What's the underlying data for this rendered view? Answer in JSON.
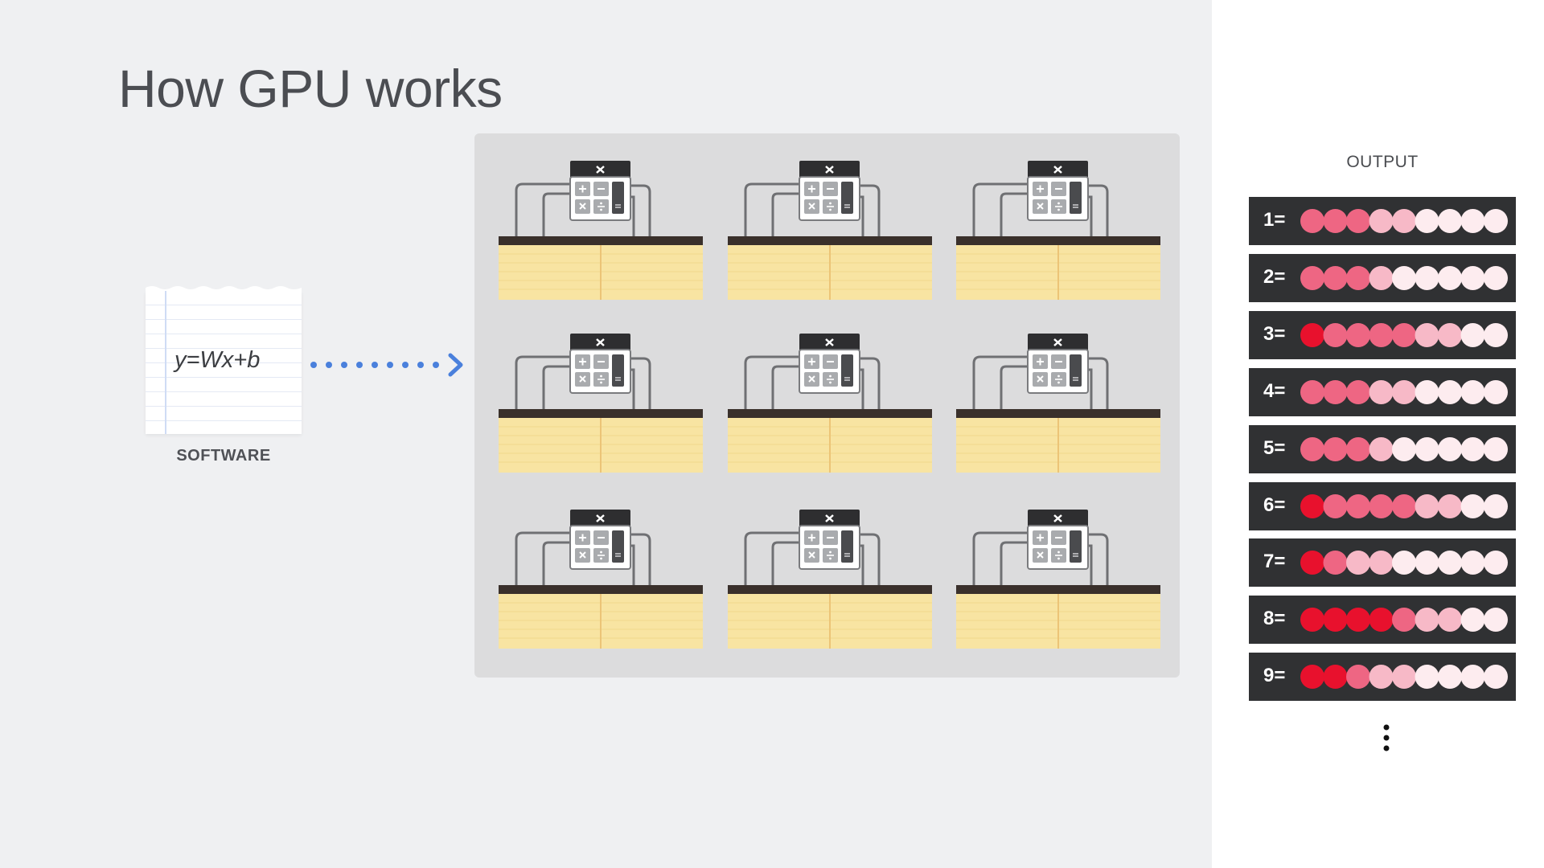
{
  "slide": {
    "title": "How GPU works",
    "software": {
      "formula": "y=Wx+b",
      "label": "SOFTWARE"
    },
    "grid": {
      "rows": 3,
      "cols": 3,
      "workstation_icon": "calculator-on-desk-icon"
    },
    "output": {
      "title": "OUTPUT",
      "rows": [
        {
          "label": "1=",
          "dots": [
            3,
            3,
            3,
            2,
            2,
            1,
            1,
            1,
            1
          ]
        },
        {
          "label": "2=",
          "dots": [
            3,
            3,
            3,
            2,
            1,
            1,
            1,
            1,
            1
          ]
        },
        {
          "label": "3=",
          "dots": [
            4,
            3,
            3,
            3,
            3,
            2,
            2,
            1,
            1
          ]
        },
        {
          "label": "4=",
          "dots": [
            3,
            3,
            3,
            2,
            2,
            1,
            1,
            1,
            1
          ]
        },
        {
          "label": "5=",
          "dots": [
            3,
            3,
            3,
            2,
            1,
            1,
            1,
            1,
            1
          ]
        },
        {
          "label": "6=",
          "dots": [
            4,
            3,
            3,
            3,
            3,
            2,
            2,
            1,
            1
          ]
        },
        {
          "label": "7=",
          "dots": [
            4,
            3,
            2,
            2,
            1,
            1,
            1,
            1,
            1
          ]
        },
        {
          "label": "8=",
          "dots": [
            4,
            4,
            4,
            4,
            3,
            2,
            2,
            1,
            1
          ]
        },
        {
          "label": "9=",
          "dots": [
            4,
            4,
            3,
            2,
            2,
            1,
            1,
            1,
            1
          ]
        }
      ],
      "more_icon": "vertical-ellipsis-icon"
    },
    "colors": {
      "background_left": "#eff0f2",
      "panel": "#dcdcdd",
      "arrow": "#4a80dc",
      "row_background": "#303133",
      "desk_top": "#3a302b",
      "desk_body": "#f8e4a2",
      "dot_levels": [
        "#fdecef",
        "#f7b9c7",
        "#ee6683",
        "#e8112d"
      ]
    }
  }
}
